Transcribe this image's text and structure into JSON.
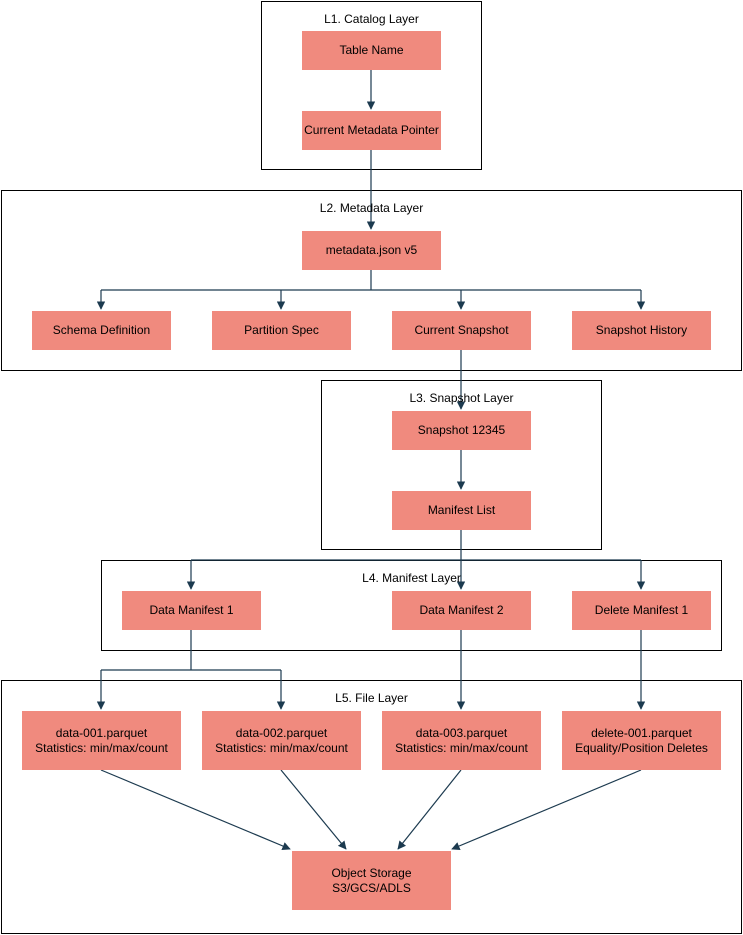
{
  "diagram": {
    "layers": {
      "l1": {
        "title": "L1. Catalog Layer"
      },
      "l2": {
        "title": "L2. Metadata Layer"
      },
      "l3": {
        "title": "L3. Snapshot Layer"
      },
      "l4": {
        "title": "L4. Manifest Layer"
      },
      "l5": {
        "title": "L5. File Layer"
      }
    },
    "nodes": {
      "table_name": {
        "label": "Table Name"
      },
      "current_metadata_pointer": {
        "label": "Current Metadata Pointer"
      },
      "metadata_json": {
        "label": "metadata.json v5"
      },
      "schema_definition": {
        "label": "Schema Definition"
      },
      "partition_spec": {
        "label": "Partition Spec"
      },
      "current_snapshot": {
        "label": "Current Snapshot"
      },
      "snapshot_history": {
        "label": "Snapshot History"
      },
      "snapshot_12345": {
        "label": "Snapshot 12345"
      },
      "manifest_list": {
        "label": "Manifest List"
      },
      "data_manifest_1": {
        "label": "Data Manifest 1"
      },
      "data_manifest_2": {
        "label": "Data Manifest 2"
      },
      "delete_manifest_1": {
        "label": "Delete Manifest 1"
      },
      "data_001": {
        "line1": "data-001.parquet",
        "line2": "Statistics: min/max/count"
      },
      "data_002": {
        "line1": "data-002.parquet",
        "line2": "Statistics: min/max/count"
      },
      "data_003": {
        "line1": "data-003.parquet",
        "line2": "Statistics: min/max/count"
      },
      "delete_001": {
        "line1": "delete-001.parquet",
        "line2": "Equality/Position Deletes"
      },
      "object_storage": {
        "line1": "Object Storage",
        "line2": "S3/GCS/ADLS"
      }
    },
    "colors": {
      "node_fill": "#f08a7e",
      "edge": "#1c3a4f",
      "container_border": "#000000"
    }
  }
}
